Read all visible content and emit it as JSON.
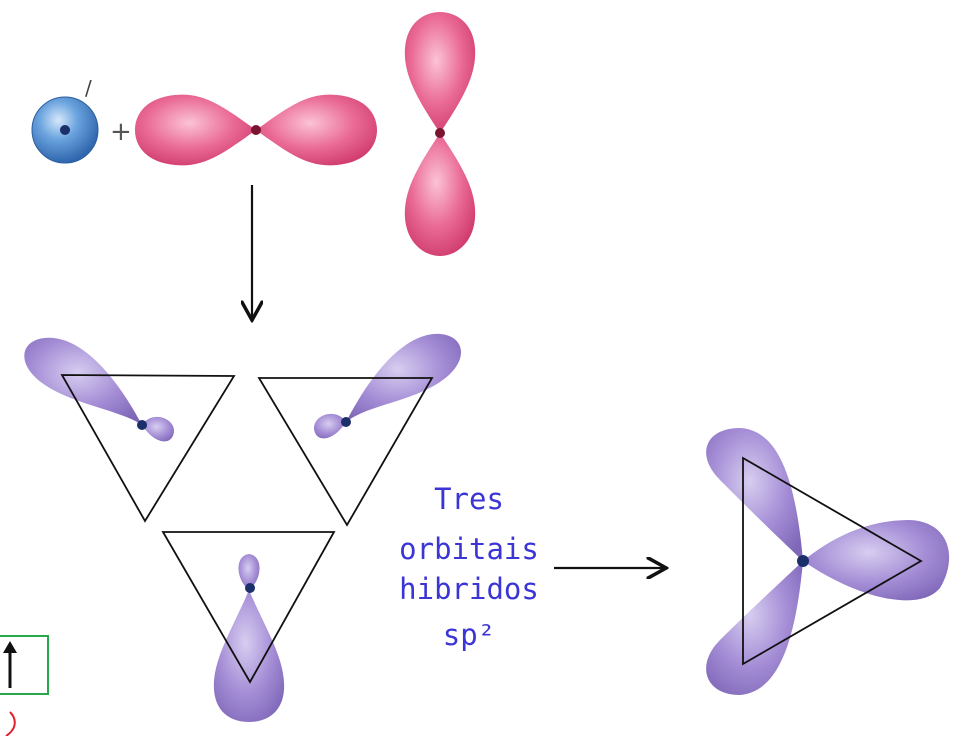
{
  "colors": {
    "s_orbital": "#4a86cc",
    "p_orbital": "#e2457a",
    "hybrid_orbital": "#9379c6",
    "nucleus": "#1b2f6b",
    "p_nucleus": "#7a1530",
    "annotation_text": "#3b35d6",
    "green_box": "#27a84a",
    "red_mark": "#e0202a",
    "line": "#111111"
  },
  "annotation": {
    "lines": [
      "Tres",
      "orbitais",
      "hibridos",
      "sp²"
    ]
  },
  "s_orbital_mark": "/",
  "plus_sign": "+"
}
